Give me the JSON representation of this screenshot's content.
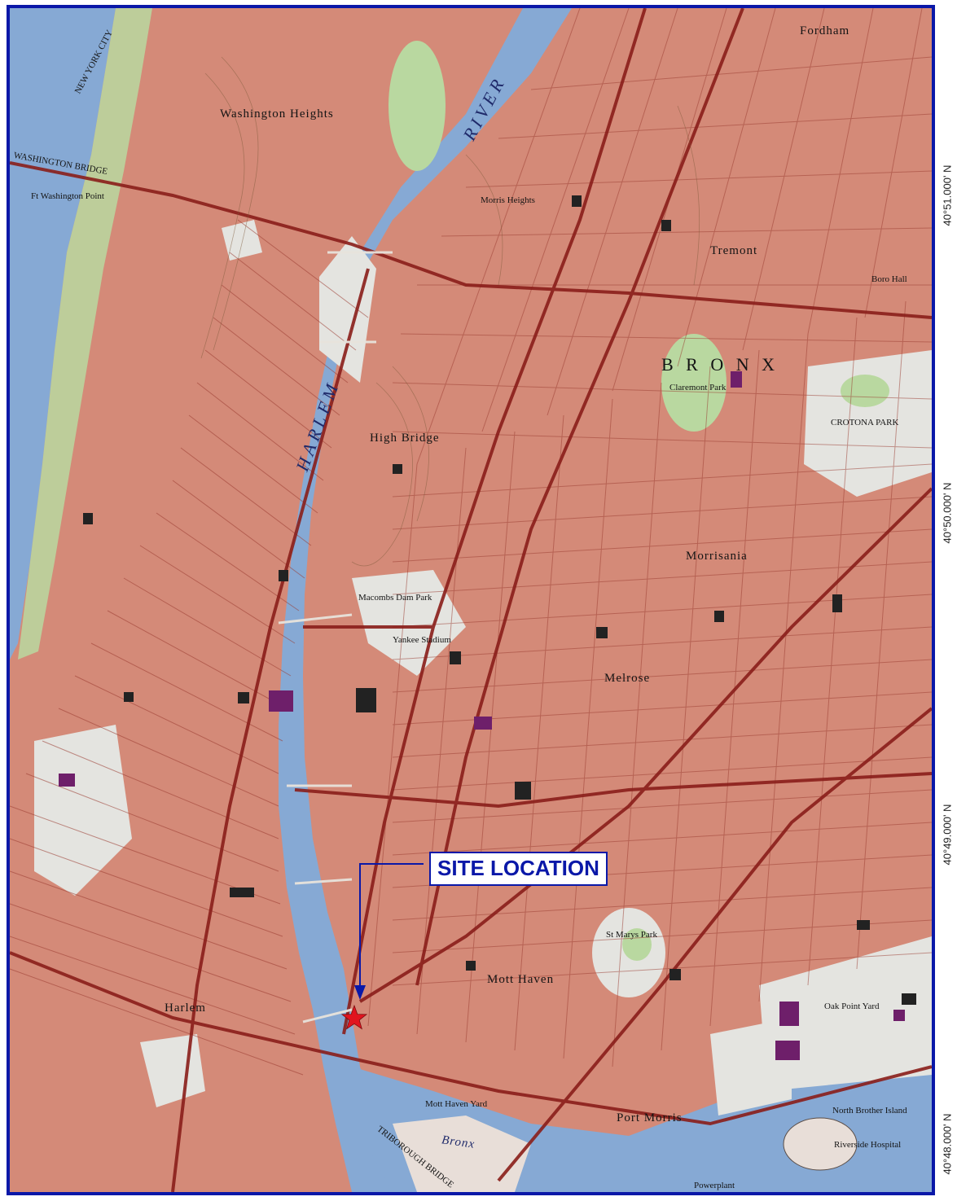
{
  "marker": {
    "label": "SITE LOCATION"
  },
  "colors": {
    "frame": "#0a18a8",
    "water": "#86a9d4",
    "land": "#d48a78",
    "park": "#b9d8a0",
    "marker": "#e1141e"
  },
  "latitude_labels": [
    "40°51.000' N",
    "40°50.000' N",
    "40°49.000' N",
    "40°48.000' N"
  ],
  "place_labels": {
    "bronx": "B R O N X",
    "washington_heights": "Washington Heights",
    "high_bridge": "High Bridge",
    "morris_heights": "Morris Heights",
    "tremont": "Tremont",
    "fordham": "Fordham",
    "morrisania": "Morrisania",
    "melrose": "Melrose",
    "mott_haven": "Mott Haven",
    "harlem": "Harlem",
    "port_morris": "Port Morris",
    "ft_washington_point": "Ft Washington Point",
    "north_brother_island": "North Brother Island",
    "riverside_hospital": "Riverside Hospital",
    "crotona_park": "CROTONA PARK",
    "claremont_park": "Claremont Park",
    "yankee_stadium": "Yankee Stadium",
    "macombs_dam_park": "Macombs Dam Park",
    "st_marys_park": "St Marys Park",
    "boro_hall": "Boro Hall",
    "oak_point_yard": "Oak Point Yard",
    "mott_haven_yard": "Mott Haven Yard",
    "bronx_kill": "Bronx",
    "triborough_bridge": "TRIBOROUGH BRIDGE",
    "harlem_river": "HARLEM",
    "river": "RIVER",
    "new_york_city": "NEW YORK CITY",
    "washington_bridge": "WASHINGTON BRIDGE",
    "powerplant": "Powerplant"
  }
}
